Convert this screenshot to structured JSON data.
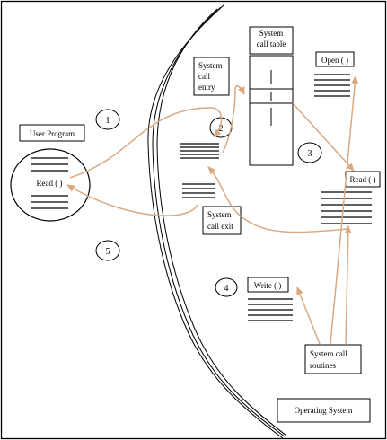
{
  "colors": {
    "arrow": "#d8a982",
    "line": "#000000",
    "background": "#ffffff"
  },
  "labels": {
    "user_program": "User Program",
    "read_call": "Read ( )",
    "syscall_table_line1": "System",
    "syscall_table_line2": "call table",
    "syscall_entry_line1": "System",
    "syscall_entry_line2": "call",
    "syscall_entry_line3": "entry",
    "open": "Open ( )",
    "read_routine": "Read ( )",
    "syscall_exit_line1": "System",
    "syscall_exit_line2": "call exit",
    "write": "Write ( )",
    "routines_line1": "System call",
    "routines_line2": "routines",
    "operating_system": "Operating System"
  },
  "steps": [
    "1",
    "2",
    "3",
    "4",
    "5"
  ]
}
